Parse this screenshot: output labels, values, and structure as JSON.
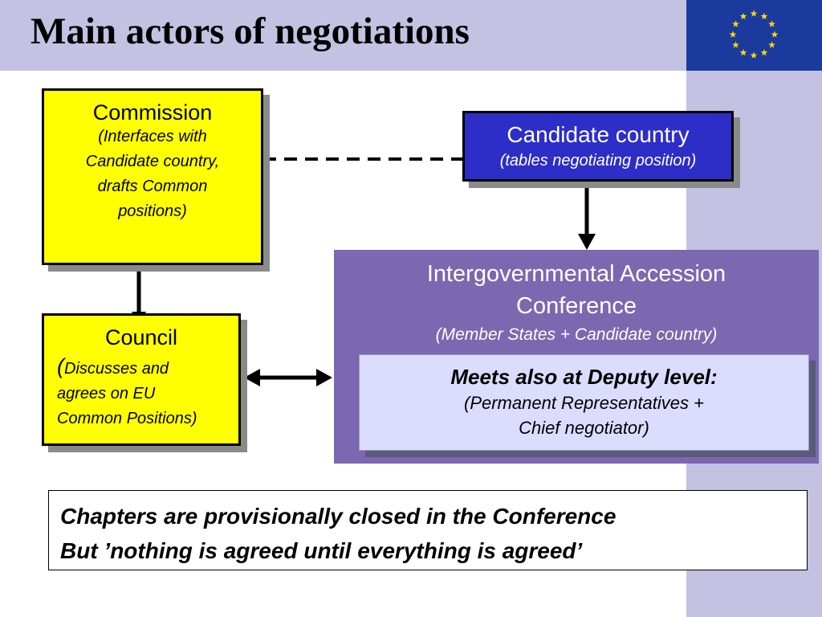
{
  "slide": {
    "title": "Main actors of negotiations"
  },
  "nodes": {
    "commission": {
      "title": "Commission",
      "lines": [
        "(Interfaces with",
        "Candidate country,",
        "drafts Common",
        "positions)"
      ]
    },
    "council": {
      "title": "Council",
      "paren": "(",
      "lines": [
        "Discusses and",
        "agrees on EU",
        "Common Positions)"
      ]
    },
    "candidate": {
      "title": "Candidate country",
      "subtitle": "(tables negotiating position)"
    },
    "conference": {
      "title_lines": [
        "Intergovernmental Accession",
        "Conference"
      ],
      "subtitle": "(Member States + Candidate country)"
    },
    "deputy": {
      "title": "Meets also at Deputy level:",
      "lines": [
        "(Permanent Representatives +",
        "Chief negotiator)"
      ]
    }
  },
  "edges": [
    {
      "from": "commission",
      "to": "candidate",
      "style": "dashed"
    },
    {
      "from": "commission",
      "to": "council",
      "style": "solid"
    },
    {
      "from": "candidate",
      "to": "conference",
      "style": "arrow"
    },
    {
      "from": "council",
      "to": "conference",
      "style": "double-arrow"
    }
  ],
  "footnote": {
    "lines": [
      "Chapters are provisionally closed in the Conference",
      "But ’nothing is agreed until everything is agreed’"
    ]
  },
  "colors": {
    "header": "#c4c2e2",
    "flag": "#1a3a9e",
    "star": "#ffd700",
    "yellow_box": "#ffff00",
    "candidate_box": "#2d2ec8",
    "conference_box": "#7b68b0",
    "deputy_box": "#dcdcff"
  },
  "icons": {
    "flag": "eu-flag-icon"
  }
}
